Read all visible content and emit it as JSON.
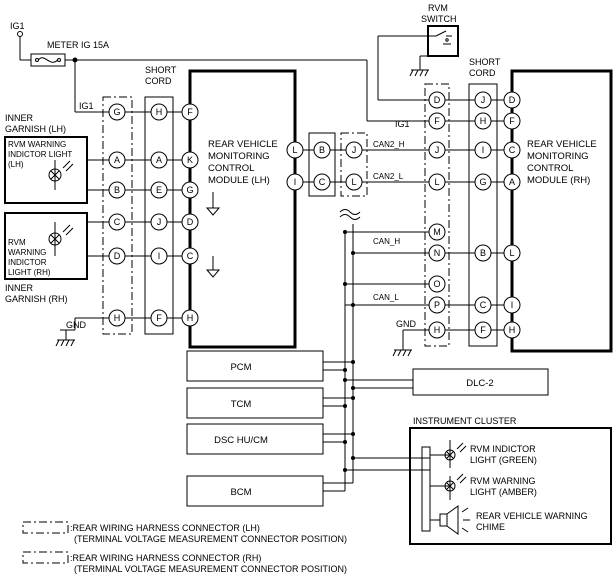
{
  "power": {
    "ig1": "IG1",
    "fuse": "METER IG 15A",
    "ig1_lh_tap": "IG1",
    "ig1_rh_tap": "IG1",
    "gnd_lh": "GND",
    "gnd_rh": "GND"
  },
  "switch": {
    "label_l1": "RVM",
    "label_l2": "SWITCH"
  },
  "short_cord_lh": {
    "l1": "SHORT",
    "l2": "CORD"
  },
  "short_cord_rh": {
    "l1": "SHORT",
    "l2": "CORD"
  },
  "garnish_lh": {
    "l1": "INNER",
    "l2": "GARNISH (LH)",
    "light_l1": "RVM WARNING",
    "light_l2": "INDICTOR LIGHT",
    "light_l3": "(LH)"
  },
  "garnish_rh": {
    "l1": "INNER",
    "l2": "GARNISH (RH)",
    "light_l1": "RVM",
    "light_l2": "WARNING",
    "light_l3": "INDICTOR",
    "light_l4": "LIGHT (RH)"
  },
  "module_lh": {
    "l1": "REAR VEHICLE",
    "l2": "MONITORING",
    "l3": "CONTROL",
    "l4": "MODULE (LH)"
  },
  "module_rh": {
    "l1": "REAR VEHICLE",
    "l2": "MONITORING",
    "l3": "CONTROL",
    "l4": "MODULE (RH)"
  },
  "can_labels": {
    "can2_h": "CAN2_H",
    "can2_l": "CAN2_L",
    "can_h": "CAN_H",
    "can_l": "CAN_L"
  },
  "units": {
    "pcm": "PCM",
    "tcm": "TCM",
    "dsc": "DSC HU/CM",
    "bcm": "BCM",
    "dlc": "DLC-2"
  },
  "cluster": {
    "title": "INSTRUMENT CLUSTER",
    "ind_l1": "RVM INDICTOR",
    "ind_l2": "LIGHT (GREEN)",
    "warn_l1": "RVM WARNING",
    "warn_l2": "LIGHT (AMBER)",
    "chime_l1": "REAR VEHICLE WARNING",
    "chime_l2": "CHIME"
  },
  "pins": {
    "lh_conn": [
      "G",
      "A",
      "B",
      "C",
      "D",
      "H"
    ],
    "lh_short": [
      "H",
      "A",
      "E",
      "J",
      "I",
      "F"
    ],
    "lh_mod": [
      "F",
      "K",
      "G",
      "D",
      "C",
      "H"
    ],
    "lh_mod_right": [
      "L",
      "I"
    ],
    "mid_a": [
      "B",
      "C"
    ],
    "mid_b": [
      "J",
      "L"
    ],
    "rh_conn": [
      "D",
      "F",
      "J",
      "L",
      "M",
      "N",
      "O",
      "P",
      "H"
    ],
    "rh_short": [
      "J",
      "H",
      "I",
      "G",
      "B",
      "C",
      "F"
    ],
    "rh_mod": [
      "D",
      "F",
      "C",
      "A",
      "L",
      "I",
      "H"
    ]
  },
  "legend": {
    "lh_l1": ":REAR WIRING HARNESS CONNECTOR (LH)",
    "lh_l2": "(TERMINAL VOLTAGE MEASUREMENT CONNECTOR POSITION)",
    "rh_l1": ":REAR WIRING HARNESS CONNECTOR (RH)",
    "rh_l2": "(TERMINAL VOLTAGE MEASUREMENT CONNECTOR POSITION)"
  }
}
